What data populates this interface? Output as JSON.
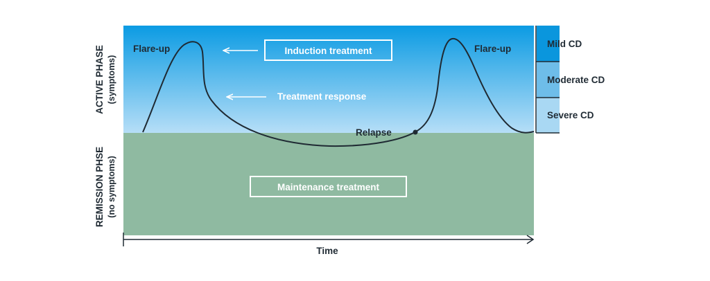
{
  "diagram": {
    "y_axis": {
      "active_title": "ACTIVE PHASE",
      "active_subtitle": "(symptoms)",
      "remission_title": "REMISSION PHSE",
      "remission_subtitle": "(no symptoms)"
    },
    "x_axis": {
      "label": "Time"
    },
    "curve_labels": {
      "flare_up_left": "Flare-up",
      "flare_up_right": "Flare-up",
      "relapse": "Relapse"
    },
    "treatments": {
      "induction": "Induction treatment",
      "response": "Treatment response",
      "maintenance": "Maintenance treatment"
    },
    "severity_legend": [
      "Mild CD",
      "Moderate CD",
      "Severe CD"
    ],
    "colors": {
      "active_top": "#0b9be3",
      "active_bottom": "#b6def7",
      "remission": "#8fbaa1",
      "legend_mild": "#0a96dd",
      "legend_moderate": "#6ebde9",
      "legend_severe": "#a9d8f3",
      "curve": "#1f2a33",
      "text": "#1f2a33",
      "box_text": "#ffffff"
    }
  }
}
